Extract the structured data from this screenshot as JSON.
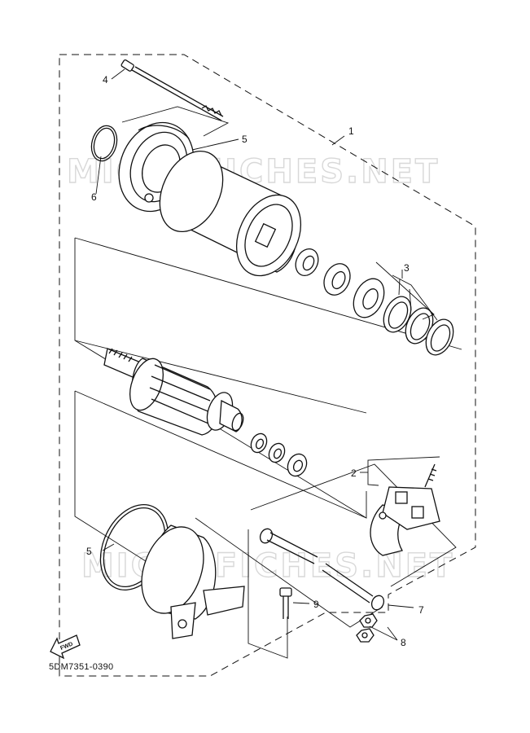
{
  "watermark": "MICROFICHES.NET",
  "drawing_code": "5DM7351-0390",
  "fwd_label": "FWD",
  "callouts": [
    {
      "id": "callout-1",
      "text": "1"
    },
    {
      "id": "callout-2",
      "text": "2"
    },
    {
      "id": "callout-3",
      "text": "3"
    },
    {
      "id": "callout-4",
      "text": "4"
    },
    {
      "id": "callout-5-top",
      "text": "5"
    },
    {
      "id": "callout-5-bottom",
      "text": "5"
    },
    {
      "id": "callout-6",
      "text": "6"
    },
    {
      "id": "callout-7",
      "text": "7"
    },
    {
      "id": "callout-8",
      "text": "8"
    },
    {
      "id": "callout-9",
      "text": "9"
    }
  ]
}
